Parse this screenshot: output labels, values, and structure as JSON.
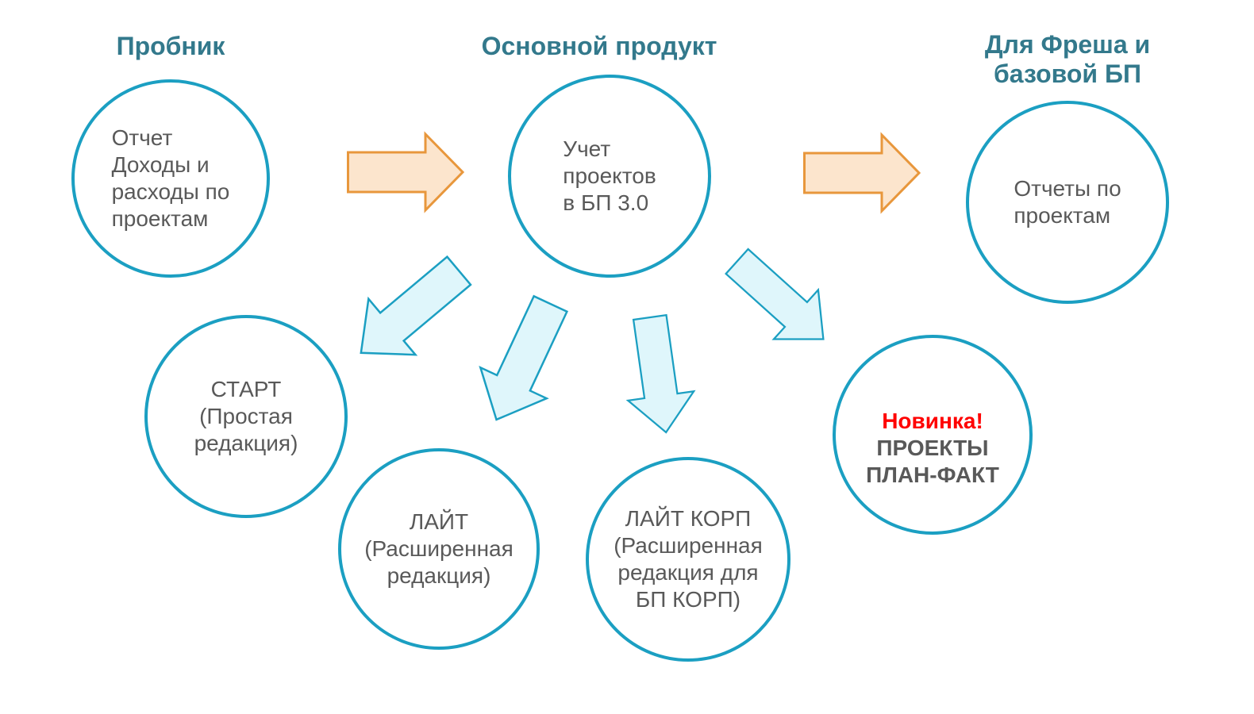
{
  "slide": {
    "background": "#FFFFFF"
  },
  "headers": [
    {
      "label": "Пробник"
    },
    {
      "label": "Основной продукт"
    },
    {
      "label": "Для Фреша и\nбазовой БП"
    }
  ],
  "circles": [
    {
      "id": "trial-report",
      "text": "Отчет\nДоходы и\nрасходы по\nпроектам"
    },
    {
      "id": "main-product",
      "text": "Учет\nпроектов\nв БП 3.0"
    },
    {
      "id": "fresh-reports",
      "text": "Отчеты по\nпроектам"
    },
    {
      "id": "start",
      "text": "СТАРТ\n(Простая\nредакция)"
    },
    {
      "id": "lite",
      "text": "ЛАЙТ\n(Расширенная\nредакция)"
    },
    {
      "id": "lite-corp",
      "text": "ЛАЙТ КОРП\n(Расширенная\nредакция для\nБП КОРП)"
    },
    {
      "id": "plan-fact",
      "badge": "Новинка!",
      "text": "ПРОЕКТЫ\nПЛАН-ФАКТ"
    }
  ],
  "arrows": [
    {
      "name": "arrow-right-icon",
      "from": "trial-report",
      "to": "main-product",
      "style": "orange"
    },
    {
      "name": "arrow-right-icon",
      "from": "main-product",
      "to": "fresh-reports",
      "style": "orange"
    },
    {
      "name": "arrow-down-left-icon",
      "from": "main-product",
      "to": "start",
      "style": "blue"
    },
    {
      "name": "arrow-down-left-icon",
      "from": "main-product",
      "to": "lite",
      "style": "blue"
    },
    {
      "name": "arrow-down-icon",
      "from": "main-product",
      "to": "lite-corp",
      "style": "blue"
    },
    {
      "name": "arrow-down-right-icon",
      "from": "main-product",
      "to": "plan-fact",
      "style": "blue"
    }
  ],
  "colors": {
    "circle_stroke": "#1B9FC2",
    "header_text": "#33798C",
    "body_text": "#595959",
    "highlight_red": "#FF0000",
    "orange_arrow_fill": "#FCE5CD",
    "orange_arrow_stroke": "#E8973C",
    "blue_arrow_fill": "#DFF6FB",
    "blue_arrow_stroke": "#1B9FC2"
  }
}
